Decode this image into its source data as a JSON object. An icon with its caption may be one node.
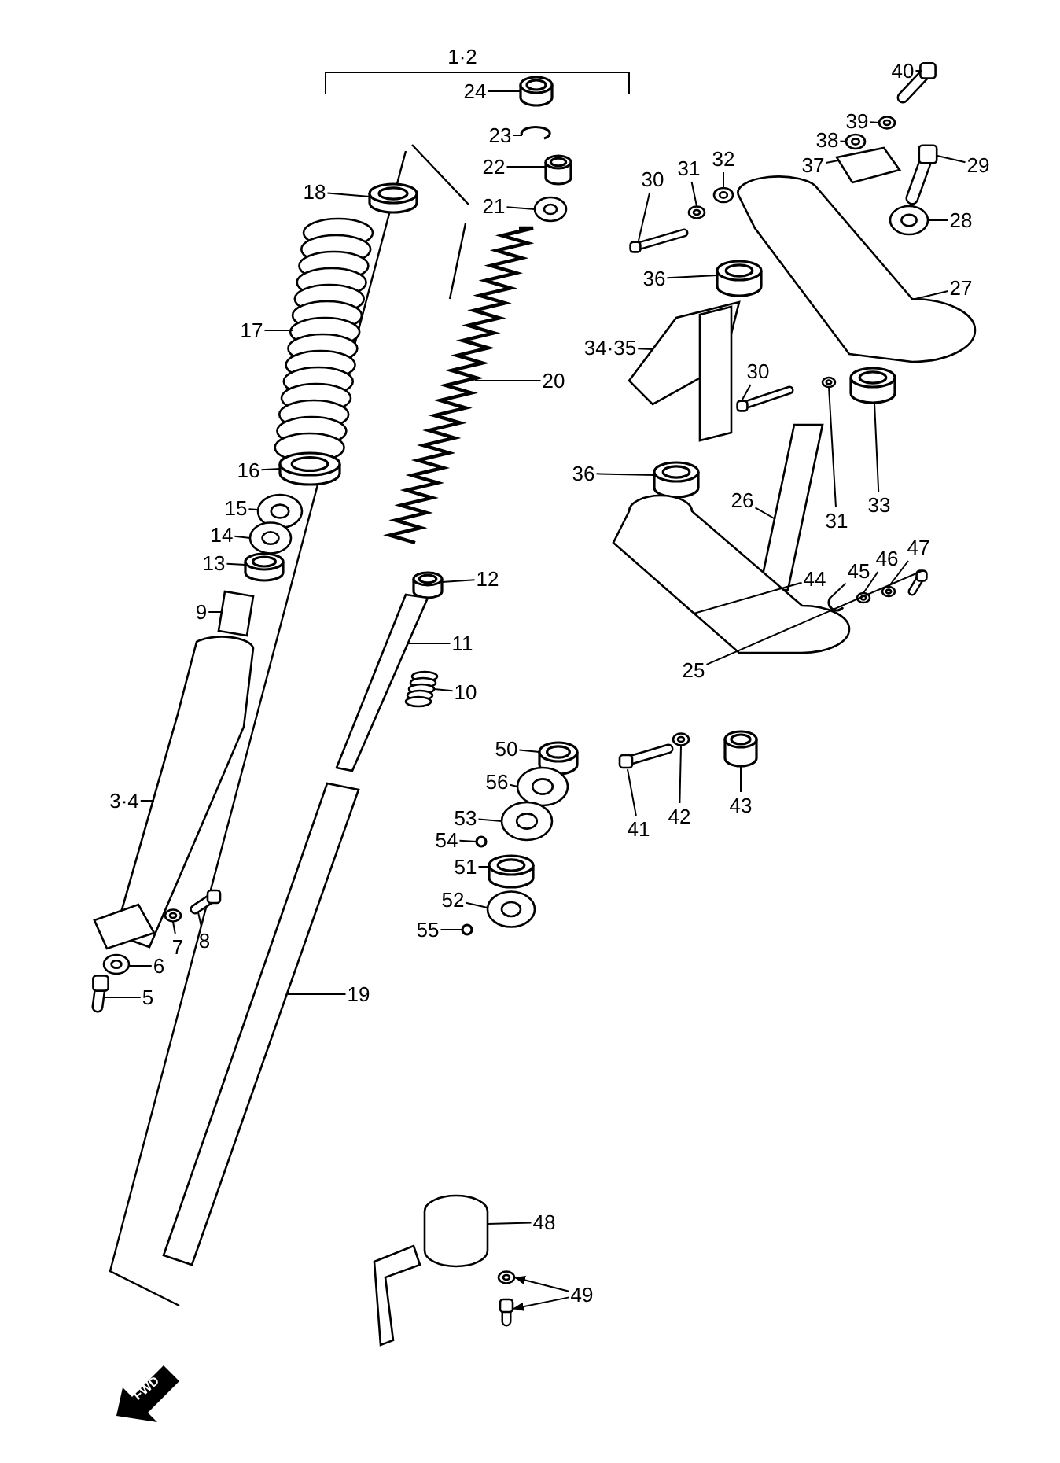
{
  "diagram": {
    "nodes": [
      {
        "text": [
          "1·2"
        ]
      },
      {
        "text": [
          "24"
        ]
      },
      {
        "text": [
          "23"
        ]
      },
      {
        "text": [
          "22"
        ]
      },
      {
        "text": [
          "21"
        ]
      },
      {
        "text": [
          "18"
        ]
      },
      {
        "text": [
          "17"
        ]
      },
      {
        "text": [
          "20"
        ]
      },
      {
        "text": [
          "16"
        ]
      },
      {
        "text": [
          "15"
        ]
      },
      {
        "text": [
          "14"
        ]
      },
      {
        "text": [
          "13"
        ]
      },
      {
        "text": [
          "9"
        ]
      },
      {
        "text": [
          "12"
        ]
      },
      {
        "text": [
          "11"
        ]
      },
      {
        "text": [
          "10"
        ]
      },
      {
        "text": [
          "3·4"
        ]
      },
      {
        "text": [
          "7"
        ]
      },
      {
        "text": [
          "8"
        ]
      },
      {
        "text": [
          "6"
        ]
      },
      {
        "text": [
          "5"
        ]
      },
      {
        "text": [
          "19"
        ]
      },
      {
        "text": [
          "50"
        ]
      },
      {
        "text": [
          "56"
        ]
      },
      {
        "text": [
          "53"
        ]
      },
      {
        "text": [
          "54"
        ]
      },
      {
        "text": [
          "51"
        ]
      },
      {
        "text": [
          "52"
        ]
      },
      {
        "text": [
          "55"
        ]
      },
      {
        "text": [
          "48"
        ]
      },
      {
        "text": [
          "49"
        ]
      },
      {
        "text": [
          "40"
        ]
      },
      {
        "text": [
          "39"
        ]
      },
      {
        "text": [
          "38"
        ]
      },
      {
        "text": [
          "37"
        ]
      },
      {
        "text": [
          "29"
        ]
      },
      {
        "text": [
          "28"
        ]
      },
      {
        "text": [
          "30"
        ]
      },
      {
        "text": [
          "31"
        ]
      },
      {
        "text": [
          "32"
        ]
      },
      {
        "text": [
          "36"
        ]
      },
      {
        "text": [
          "27"
        ]
      },
      {
        "text": [
          "34·35"
        ]
      },
      {
        "text": [
          "30"
        ]
      },
      {
        "text": [
          "36"
        ]
      },
      {
        "text": [
          "26"
        ]
      },
      {
        "text": [
          "31"
        ]
      },
      {
        "text": [
          "33"
        ]
      },
      {
        "text": [
          "44"
        ]
      },
      {
        "text": [
          "45"
        ]
      },
      {
        "text": [
          "46"
        ]
      },
      {
        "text": [
          "47"
        ]
      },
      {
        "text": [
          "25"
        ]
      },
      {
        "text": [
          "41"
        ]
      },
      {
        "text": [
          "42"
        ]
      },
      {
        "text": [
          "43"
        ]
      },
      {
        "text": [],
        "shape": "cylinder"
      },
      {
        "text": [],
        "shape": "picture"
      },
      {
        "text": [],
        "shape": "cylinder"
      },
      {
        "text": [],
        "shape": "picture"
      },
      {
        "text": [],
        "shape": "cylinder"
      },
      {
        "text": [],
        "shape": "picture"
      },
      {
        "text": [],
        "shape": "picture"
      },
      {
        "text": [],
        "shape": "cylinder"
      },
      {
        "text": [],
        "shape": "picture"
      },
      {
        "text": [],
        "shape": "picture"
      },
      {
        "text": [],
        "shape": "cylinder"
      },
      {
        "text": [],
        "shape": "picture"
      },
      {
        "text": [],
        "shape": "cylinder"
      },
      {
        "text": [],
        "shape": "picture"
      },
      {
        "text": [],
        "shape": "picture"
      },
      {
        "text": [],
        "shape": "picture"
      },
      {
        "text": [],
        "shape": "picture"
      },
      {
        "text": [],
        "shape": "picture"
      },
      {
        "text": [],
        "shape": "picture"
      },
      {
        "text": [],
        "shape": "picture"
      },
      {
        "text": [],
        "shape": "picture"
      },
      {
        "text": [],
        "shape": "cylinder"
      },
      {
        "text": [],
        "shape": "picture"
      },
      {
        "text": [],
        "shape": "picture"
      },
      {
        "text": [],
        "shape": "circle"
      },
      {
        "text": [],
        "shape": "cylinder"
      },
      {
        "text": [],
        "shape": "picture"
      },
      {
        "text": [],
        "shape": "circle"
      },
      {
        "text": [],
        "shape": "picture"
      },
      {
        "text": [],
        "shape": "picture"
      },
      {
        "text": [],
        "shape": "picture"
      },
      {
        "text": [],
        "shape": "picture"
      },
      {
        "text": [],
        "shape": "picture"
      },
      {
        "text": [],
        "shape": "picture"
      },
      {
        "text": [],
        "shape": "picture"
      },
      {
        "text": [],
        "shape": "picture"
      },
      {
        "text": [],
        "shape": "picture"
      },
      {
        "text": [],
        "shape": "picture"
      },
      {
        "text": [],
        "shape": "picture"
      },
      {
        "text": [],
        "shape": "picture"
      },
      {
        "text": [],
        "shape": "cylinder"
      },
      {
        "text": [],
        "shape": "picture"
      },
      {
        "text": [],
        "shape": "picture"
      },
      {
        "text": [],
        "shape": "picture"
      },
      {
        "text": [],
        "shape": "cylinder"
      },
      {
        "text": [],
        "shape": "picture"
      },
      {
        "text": [],
        "shape": "picture"
      },
      {
        "text": [],
        "shape": "cylinder"
      },
      {
        "text": [],
        "shape": "picture"
      },
      {
        "text": [],
        "shape": "picture"
      },
      {
        "text": [],
        "shape": "picture"
      },
      {
        "text": [],
        "shape": "picture"
      },
      {
        "text": [],
        "shape": "picture"
      },
      {
        "text": [],
        "shape": "picture"
      },
      {
        "text": [],
        "shape": "picture"
      },
      {
        "text": [],
        "shape": "cylinder"
      }
    ],
    "edges": [
      {
        "from": 1,
        "to": 56,
        "arrow": "none"
      },
      {
        "from": 2,
        "to": 57,
        "arrow": "none"
      },
      {
        "from": 3,
        "to": 58,
        "arrow": "none"
      },
      {
        "from": 4,
        "to": 59,
        "arrow": "none"
      },
      {
        "from": 5,
        "to": 60,
        "arrow": "none"
      },
      {
        "from": 6,
        "to": 61,
        "arrow": "none"
      },
      {
        "from": 7,
        "to": 62,
        "arrow": "none"
      },
      {
        "from": 8,
        "to": 63,
        "arrow": "none"
      },
      {
        "from": 9,
        "to": 64,
        "arrow": "none"
      },
      {
        "from": 10,
        "to": 65,
        "arrow": "none"
      },
      {
        "from": 11,
        "to": 66,
        "arrow": "none"
      },
      {
        "from": 12,
        "to": 67,
        "arrow": "none"
      },
      {
        "from": 13,
        "to": 68,
        "arrow": "none"
      },
      {
        "from": 14,
        "to": 69,
        "arrow": "none"
      },
      {
        "from": 15,
        "to": 70,
        "arrow": "none"
      },
      {
        "from": 16,
        "to": 71,
        "arrow": "none"
      },
      {
        "from": 17,
        "to": 72,
        "arrow": "none"
      },
      {
        "from": 18,
        "to": 73,
        "arrow": "none"
      },
      {
        "from": 19,
        "to": 74,
        "arrow": "none"
      },
      {
        "from": 20,
        "to": 75,
        "arrow": "none"
      },
      {
        "from": 21,
        "to": 76,
        "arrow": "none"
      },
      {
        "from": 22,
        "to": 77,
        "arrow": "none"
      },
      {
        "from": 23,
        "to": 78,
        "arrow": "none"
      },
      {
        "from": 24,
        "to": 79,
        "arrow": "none"
      },
      {
        "from": 25,
        "to": 80,
        "arrow": "none"
      },
      {
        "from": 26,
        "to": 81,
        "arrow": "none"
      },
      {
        "from": 27,
        "to": 82,
        "arrow": "none"
      },
      {
        "from": 28,
        "to": 83,
        "arrow": "none"
      },
      {
        "from": 29,
        "to": 84,
        "arrow": "none"
      },
      {
        "from": 30,
        "to": 85,
        "arrow": "to"
      },
      {
        "from": 30,
        "to": 86,
        "arrow": "to"
      },
      {
        "from": 31,
        "to": 87,
        "arrow": "none"
      },
      {
        "from": 32,
        "to": 88,
        "arrow": "none"
      },
      {
        "from": 33,
        "to": 89,
        "arrow": "none"
      },
      {
        "from": 34,
        "to": 90,
        "arrow": "none"
      },
      {
        "from": 35,
        "to": 91,
        "arrow": "none"
      },
      {
        "from": 36,
        "to": 92,
        "arrow": "none"
      },
      {
        "from": 37,
        "to": 93,
        "arrow": "none"
      },
      {
        "from": 38,
        "to": 94,
        "arrow": "none"
      },
      {
        "from": 39,
        "to": 95,
        "arrow": "none"
      },
      {
        "from": 40,
        "to": 96,
        "arrow": "none"
      },
      {
        "from": 41,
        "to": 97,
        "arrow": "none"
      },
      {
        "from": 42,
        "to": 98,
        "arrow": "none"
      },
      {
        "from": 43,
        "to": 99,
        "arrow": "none"
      },
      {
        "from": 44,
        "to": 100,
        "arrow": "none"
      },
      {
        "from": 45,
        "to": 101,
        "arrow": "none"
      },
      {
        "from": 46,
        "to": 102,
        "arrow": "none"
      },
      {
        "from": 47,
        "to": 103,
        "arrow": "none"
      },
      {
        "from": 48,
        "to": 104,
        "arrow": "none"
      },
      {
        "from": 49,
        "to": 105,
        "arrow": "none"
      },
      {
        "from": 50,
        "to": 106,
        "arrow": "none"
      },
      {
        "from": 51,
        "to": 107,
        "arrow": "none"
      },
      {
        "from": 52,
        "to": 108,
        "arrow": "none"
      },
      {
        "from": 53,
        "to": 109,
        "arrow": "none"
      },
      {
        "from": 54,
        "to": 110,
        "arrow": "none"
      },
      {
        "from": 55,
        "to": 111,
        "arrow": "none"
      }
    ],
    "labels": [
      "FWD"
    ]
  }
}
